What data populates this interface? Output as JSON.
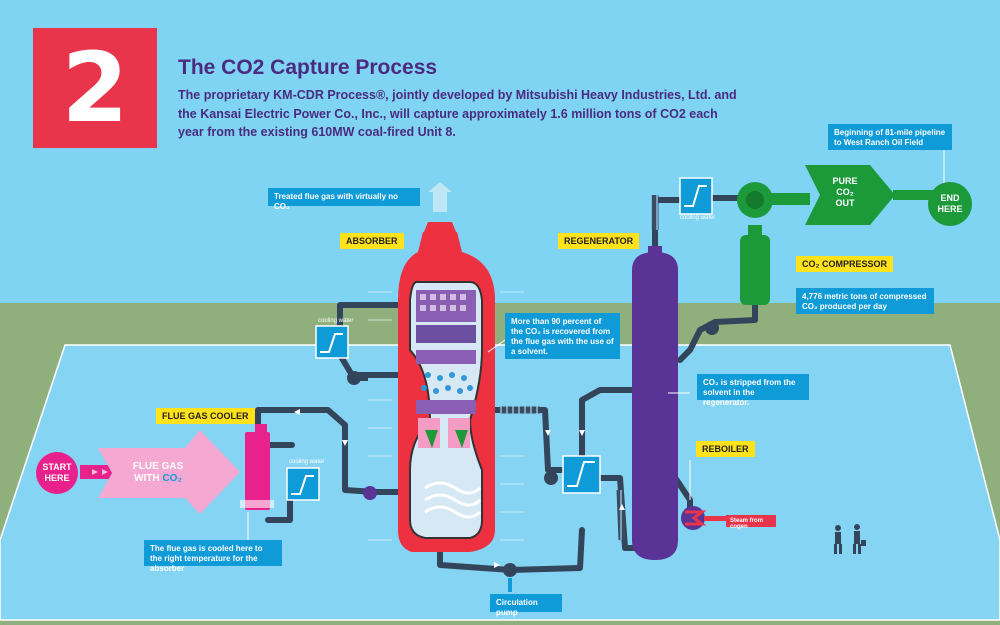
{
  "badge": {
    "number": "2"
  },
  "header": {
    "title": "The CO2 Capture Process",
    "intro": "The proprietary KM-CDR Process®, jointly developed by Mitsubishi Heavy Industries, Ltd. and the Kansai Electric Power Co., Inc., will capture approximately 1.6 million tons of CO2 each year from the existing 610MW coal-fired Unit 8."
  },
  "labels": {
    "absorber": "ABSORBER",
    "regenerator": "REGENERATOR",
    "flue_gas_cooler": "FLUE GAS COOLER",
    "co2_compressor": "CO₂ COMPRESSOR",
    "reboiler": "REBOILER"
  },
  "callouts": {
    "treated_gas": "Treated flue gas with virtually no CO₂",
    "recovered": "More than 90 percent of the CO₂ is recovered from the flue gas with the use of a solvent.",
    "pipeline": "Beginning of 81-mile pipeline to West Ranch Oil Field",
    "compressed": "4,776 metric tons of compressed CO₂ produced per day",
    "stripped": "CO₂ is stripped from the solvent in the regenerator.",
    "cooled": "The flue gas is cooled here to the right temperature for the absorber",
    "circulation_pump": "Circulation pump",
    "steam": "Steam from cogen"
  },
  "nodes": {
    "start_line1": "START",
    "start_line2": "HERE",
    "end_line1": "END",
    "end_line2": "HERE",
    "flue_gas_line1": "FLUE GAS",
    "flue_gas_line2_prefix": "WITH ",
    "flue_gas_line2_co2": "CO₂",
    "pure_line1": "PURE",
    "pure_line2": "CO₂",
    "pure_line3": "OUT"
  },
  "cooling_water": {
    "absorber_top": "cooling water",
    "cooler": "cooling water",
    "condenser": "cooling water"
  },
  "colors": {
    "sky": "#7fd3f3",
    "ground": "#8fb07c",
    "floor": "#86d4f3",
    "absorber": "#ee3140",
    "regenerator": "#5a3397",
    "compressor_green": "#1c9a3a",
    "pipe": "#33455a",
    "magenta": "#e9218c",
    "callout_blue": "#0f9ad8",
    "tag_yellow": "#ffe21a"
  }
}
